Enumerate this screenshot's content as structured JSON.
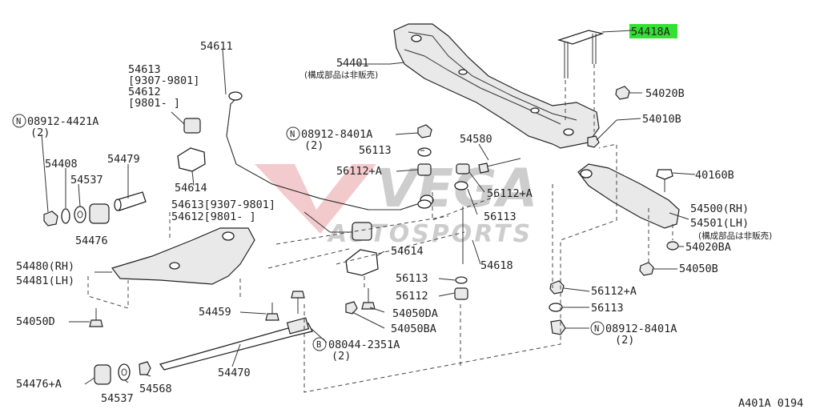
{
  "watermark": {
    "brand": "VEGA",
    "sub": "AUTOSPORTS",
    "color": "#c8141e"
  },
  "highlight_color": "#33e033",
  "labels": {
    "p54611": "54611",
    "p54613a": "54613",
    "p54613a_r": "[9307-9801]",
    "p54612a": "54612",
    "p54612a_r": "[9801-    ]",
    "n08912_4421A": "08912-4421A",
    "n08912_4421A_q": "(2)",
    "p54408": "54408",
    "p54537a": "54537",
    "p54479": "54479",
    "p54614a": "54614",
    "p54613b": "54613[9307-9801]",
    "p54612b": "54612[9801-    ]",
    "p54476a": "54476",
    "p54480": "54480(RH)",
    "p54481": "54481(LH)",
    "p54050Da": "54050D",
    "p54459": "54459",
    "p54476b": "54476+A",
    "p54537b": "54537",
    "p54568": "54568",
    "p54470": "54470",
    "b08044_2351A": "08044-2351A",
    "b08044_2351A_q": "(2)",
    "p54401": "54401",
    "p54401_note": "(構成部品は非販売)",
    "n08912_8401A_a": "08912-8401A",
    "n08912_8401A_a_q": "(2)",
    "p56113a": "56113",
    "p56112Aa": "56112+A",
    "p54580": "54580",
    "p56112Ab": "56112+A",
    "p56113b": "56113",
    "p54614b": "54614",
    "p54618": "54618",
    "p56113c": "56113",
    "p56112": "56112",
    "p54050DA": "54050DA",
    "p54050BA": "54050BA",
    "p54418A": "54418A",
    "p54020B": "54020B",
    "p54010B": "54010B",
    "p40160B": "40160B",
    "p54500": "54500(RH)",
    "p54501": "54501(LH)",
    "p54501_note": "(構成部品は非販売)",
    "p54020BA": "54020BA",
    "p54050B": "54050B",
    "p56112Ac": "56112+A",
    "p56113d": "56113",
    "n08912_8401A_b": "08912-8401A",
    "n08912_8401A_b_q": "(2)",
    "circle_N": "N",
    "circle_B": "B",
    "figure_id": "A401A 0194"
  }
}
